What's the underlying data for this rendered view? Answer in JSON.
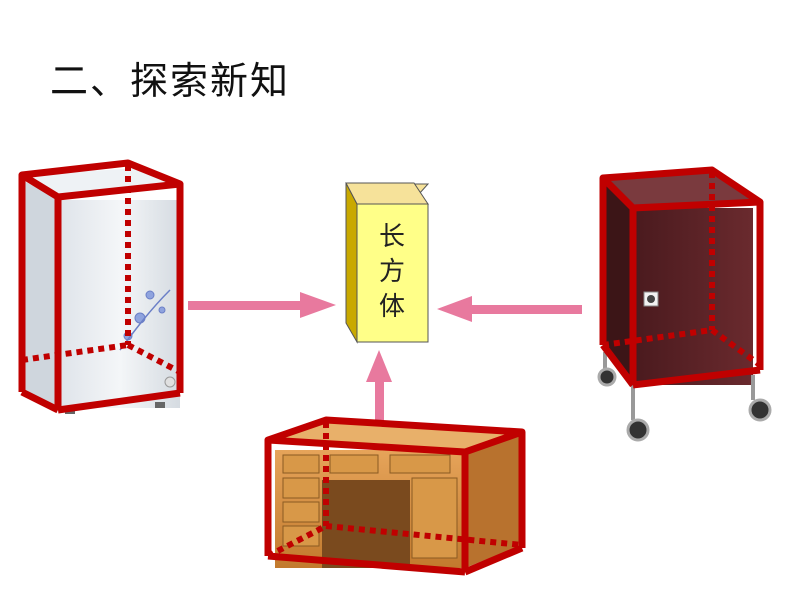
{
  "title": "二、探索新知",
  "cuboid_label": [
    "长",
    "方",
    "体"
  ],
  "colors": {
    "outline": "#c00000",
    "arrow": "#e8799e",
    "cuboid_front": "#ffff88",
    "cuboid_top": "#f6e29a",
    "cuboid_side": "#c9a900",
    "cabinet": "#5a2226",
    "desk": "#d08a3a"
  },
  "objects": [
    "chest-freezer",
    "cuboid-block",
    "wooden-desk",
    "rolling-cabinet"
  ]
}
